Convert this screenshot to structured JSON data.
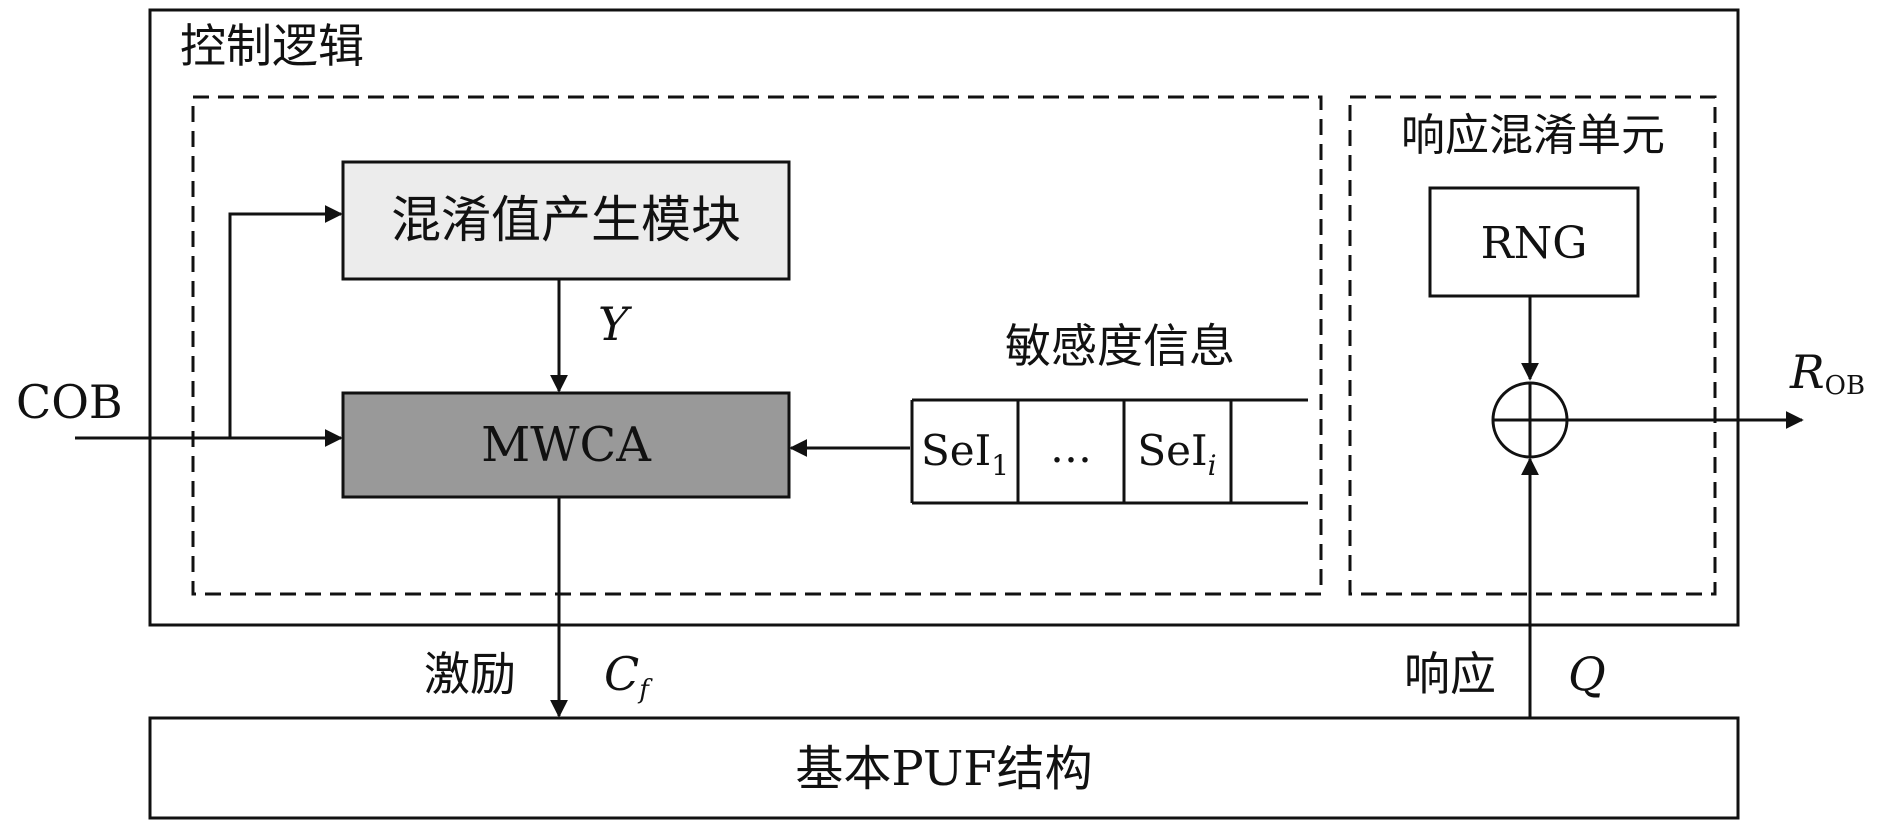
{
  "control_logic": {
    "title": "控制逻辑"
  },
  "obfuscation_value_module": {
    "label": "混淆值产生模块"
  },
  "signal_y": {
    "label": "Y"
  },
  "mwca": {
    "label": "MWCA"
  },
  "sensitivity": {
    "title": "敏感度信息",
    "cells": [
      {
        "base": "SeI",
        "sub": "1"
      },
      {
        "base": "…",
        "sub": ""
      },
      {
        "base": "SeI",
        "sub": "i"
      }
    ]
  },
  "response_obfuscation_unit": {
    "title": "响应混淆单元"
  },
  "rng": {
    "label": "RNG"
  },
  "input_cob": {
    "label": "COB"
  },
  "output_rob": {
    "base": "R",
    "sub": "OB"
  },
  "excitation": {
    "label": "激励",
    "symbol_base": "C",
    "symbol_sub": "f"
  },
  "response": {
    "label": "响应",
    "symbol": "Q"
  },
  "basic_puf": {
    "label": "基本PUF结构"
  },
  "colors": {
    "obfuscation_module_fill": "#ececec",
    "mwca_fill": "#999999",
    "stroke": "#111111"
  }
}
